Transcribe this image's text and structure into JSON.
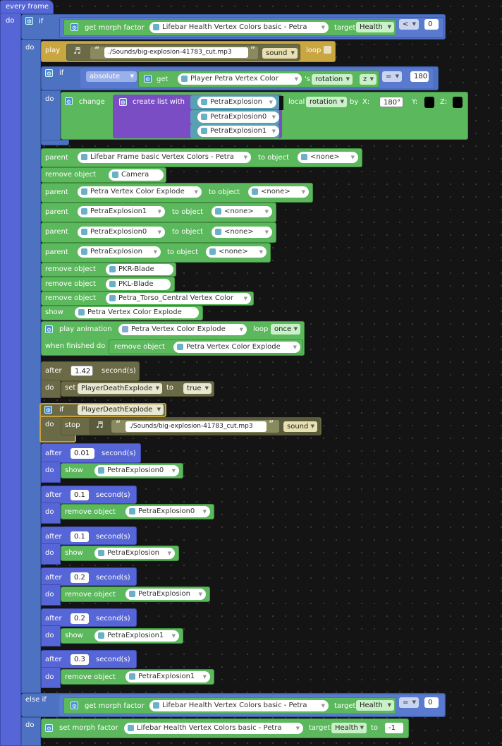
{
  "event": {
    "every_frame": "every frame",
    "do": "do"
  },
  "kw": {
    "if": "if",
    "do": "do",
    "else_if": "else if",
    "play": "play",
    "loop": "loop",
    "sound": "sound",
    "get": "get",
    "s_rotation": "'s",
    "change": "change",
    "create_list_with": "create list with",
    "local": "local",
    "by": "by",
    "X": "X:",
    "Y": "Y:",
    "Z": "Z:",
    "parent": "parent",
    "to_object": "to object",
    "remove_object": "remove object",
    "show": "show",
    "play_animation": "play animation",
    "when_finished_do": "when finished do",
    "after": "after",
    "seconds": "second(s)",
    "set": "set",
    "to": "to",
    "stop": "stop",
    "target": "target",
    "get_morph_factor": "get morph factor",
    "set_morph_factor": "set morph factor",
    "quote_l": "“",
    "quote_r": "”"
  },
  "values": {
    "lifebar_health": "Lifebar Health Vertex Colors basic - Petra",
    "health": "Health",
    "lt": "<",
    "eq": "=",
    "zero": "0",
    "sound_path": "./Sounds/big-explosion-41783_cut.mp3",
    "sound_path2": "./Sounds/big-explosion-41783_cut.mp3",
    "absolute": "absolute",
    "player_petra_vertex": "Player Petra Vertex Color",
    "rotation": "rotation",
    "z": "z",
    "n180": "180",
    "petra_explosion": "PetraExplosion",
    "petra_explosion0": "PetraExplosion0",
    "petra_explosion1": "PetraExplosion1",
    "rotation2": "rotation",
    "deg180": "180°",
    "lifebar_frame": "Lifebar Frame basic Vertex Colors - Petra",
    "none": "<none>",
    "camera": "Camera",
    "petra_vertex_explode": "Petra Vertex Color Explode",
    "pkr_blade": "PKR-Blade",
    "pkl_blade": "PKL-Blade",
    "petra_torso": "Petra_Torso_Central Vertex Color",
    "petra_vertex_color_explode2": "Petra Vertex  Color Explode",
    "petra_vertex_color_explode_anim": "Petra Vertex Color Explode",
    "once": "once",
    "t142": "1.42",
    "player_death_explode": "PlayerDeathExplode",
    "true": "true",
    "t001": "0.01",
    "t01": "0.1",
    "t02": "0.2",
    "t03": "0.3",
    "neg1": "-1"
  }
}
